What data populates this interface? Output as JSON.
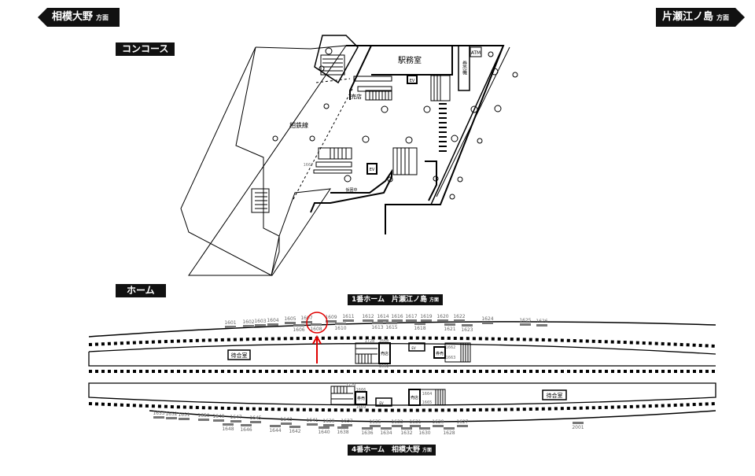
{
  "directions": {
    "left": {
      "name": "相模大野",
      "suffix": "方面"
    },
    "right": {
      "name": "片瀬江ノ島",
      "suffix": "方面"
    }
  },
  "sections": {
    "concourse": "コンコース",
    "home": "ホーム"
  },
  "concourse": {
    "station_office": "駅務室",
    "ticket_machine": "券売機",
    "atm": "ATM",
    "ev1": "EV",
    "ev2": "EV",
    "shop": "売店",
    "sotetsu_line": "相鉄線",
    "construction": "仮囲中",
    "code_1667": "1667"
  },
  "platforms": {
    "platform1": {
      "label": "1番ホーム　片瀬江ノ島",
      "suffix": "方面"
    },
    "platform4": {
      "label": "4番ホーム　相模大野",
      "suffix": "方面"
    },
    "waiting_room_1": "待合室",
    "waiting_room_4": "待合室",
    "shop_1": "売店",
    "shop_4": "売店",
    "ticket_1": "券売",
    "ticket_4": "券売",
    "ev_1": "EV",
    "ev_4": "EV",
    "stair_codes_1": [
      "1728",
      "1668",
      "1661",
      "1662",
      "1663"
    ],
    "stair_codes_4": [
      "1729",
      "1666",
      "1669",
      "1664",
      "1665"
    ],
    "numbers_top_upper": [
      "1601",
      "1602",
      "1603",
      "1604",
      "1605",
      "1607",
      "1609",
      "1611",
      "1612",
      "1614",
      "1616",
      "1617",
      "1619",
      "1620",
      "1622",
      "1624",
      "1625",
      "1626"
    ],
    "numbers_top_lower": [
      "1606",
      "1608",
      "1610",
      "1613",
      "1615",
      "1618",
      "1621",
      "1623"
    ],
    "numbers_bottom_upper": [
      "1653",
      "1652",
      "1651",
      "1650",
      "1649",
      "1647",
      "1645",
      "1643",
      "1641",
      "1639",
      "1637",
      "1635",
      "1633",
      "1631",
      "1629",
      "1627"
    ],
    "numbers_bottom_lower": [
      "1648",
      "1646",
      "1644",
      "1642",
      "1640",
      "1638",
      "1636",
      "1634",
      "1632",
      "1630",
      "1628",
      "2001"
    ]
  },
  "colors": {
    "marker": "#e00000",
    "label_bg": "#111111"
  }
}
